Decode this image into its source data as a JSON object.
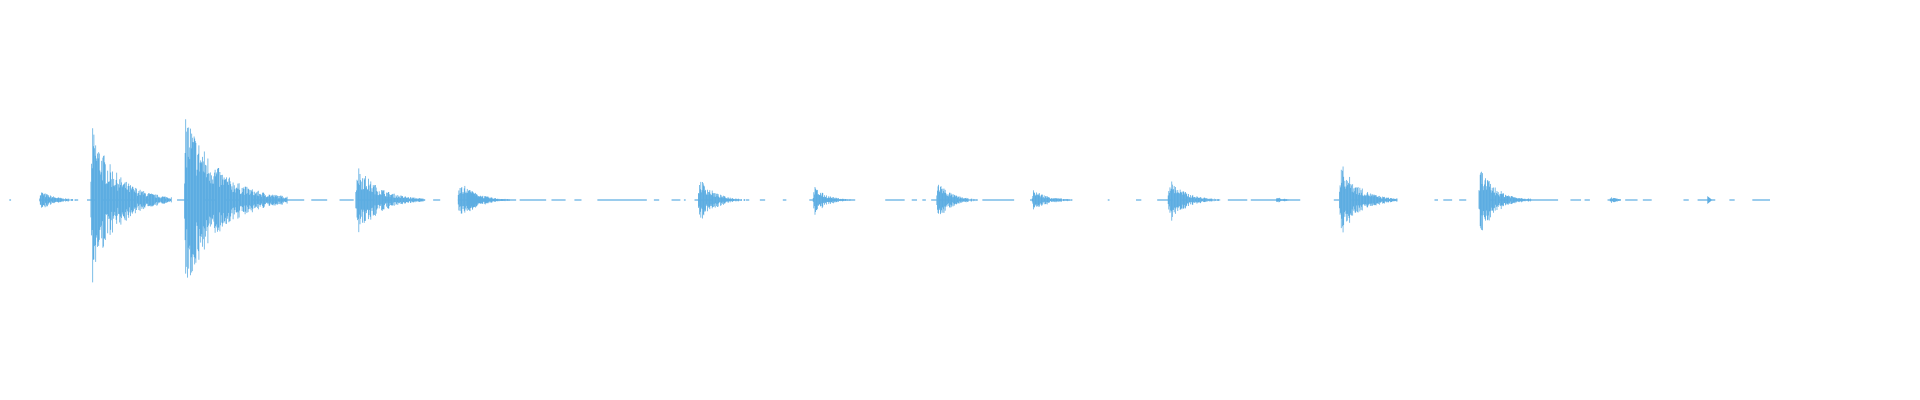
{
  "waveform": {
    "color": "#5dade2",
    "duration": 1,
    "baseline_segments": [
      [
        0.003,
        0.004
      ],
      [
        0.021,
        0.028
      ],
      [
        0.04,
        0.042
      ],
      [
        0.047,
        0.052
      ],
      [
        0.055,
        0.075
      ],
      [
        0.08,
        0.083
      ],
      [
        0.098,
        0.105
      ],
      [
        0.113,
        0.12
      ],
      [
        0.125,
        0.134
      ],
      [
        0.14,
        0.17
      ],
      [
        0.174,
        0.183
      ],
      [
        0.19,
        0.198
      ],
      [
        0.2,
        0.21
      ],
      [
        0.214,
        0.219
      ],
      [
        0.232,
        0.236
      ],
      [
        0.243,
        0.247
      ],
      [
        0.257,
        0.262
      ],
      [
        0.267,
        0.29
      ],
      [
        0.292,
        0.307
      ],
      [
        0.31,
        0.318
      ],
      [
        0.323,
        0.327
      ],
      [
        0.336,
        0.364
      ],
      [
        0.368,
        0.371
      ],
      [
        0.378,
        0.383
      ],
      [
        0.385,
        0.386
      ],
      [
        0.391,
        0.401
      ],
      [
        0.406,
        0.412
      ],
      [
        0.42,
        0.422
      ],
      [
        0.428,
        0.431
      ],
      [
        0.441,
        0.443
      ],
      [
        0.456,
        0.459
      ],
      [
        0.463,
        0.482
      ],
      [
        0.499,
        0.51
      ],
      [
        0.514,
        0.517
      ],
      [
        0.52,
        0.522
      ],
      [
        0.525,
        0.528
      ],
      [
        0.53,
        0.537
      ],
      [
        0.554,
        0.572
      ],
      [
        0.581,
        0.582
      ],
      [
        0.604,
        0.605
      ],
      [
        0.625,
        0.626
      ],
      [
        0.641,
        0.644
      ],
      [
        0.653,
        0.662
      ],
      [
        0.667,
        0.67
      ],
      [
        0.693,
        0.704
      ],
      [
        0.706,
        0.734
      ],
      [
        0.753,
        0.756
      ],
      [
        0.763,
        0.768
      ],
      [
        0.778,
        0.783
      ],
      [
        0.785,
        0.787
      ],
      [
        0.81,
        0.812
      ],
      [
        0.815,
        0.82
      ],
      [
        0.824,
        0.828
      ],
      [
        0.841,
        0.844
      ],
      [
        0.847,
        0.851
      ],
      [
        0.855,
        0.88
      ],
      [
        0.887,
        0.893
      ],
      [
        0.895,
        0.898
      ],
      [
        0.908,
        0.913
      ],
      [
        0.918,
        0.925
      ],
      [
        0.928,
        0.933
      ],
      [
        0.951,
        0.954
      ],
      [
        0.959,
        0.969
      ],
      [
        0.977,
        0.98
      ],
      [
        0.99,
        1.0
      ]
    ],
    "transients": [
      {
        "t": 0.021,
        "amp": 0.1,
        "decay": 0.008
      },
      {
        "t": 0.05,
        "amp": 0.8,
        "decay": 0.014
      },
      {
        "t": 0.103,
        "amp": 0.98,
        "decay": 0.018
      },
      {
        "t": 0.2,
        "amp": 0.4,
        "decay": 0.012
      },
      {
        "t": 0.258,
        "amp": 0.22,
        "decay": 0.009
      },
      {
        "t": 0.263,
        "amp": 0.14,
        "decay": 0.006
      },
      {
        "t": 0.394,
        "amp": 0.25,
        "decay": 0.008
      },
      {
        "t": 0.459,
        "amp": 0.15,
        "decay": 0.007
      },
      {
        "t": 0.529,
        "amp": 0.22,
        "decay": 0.007
      },
      {
        "t": 0.583,
        "amp": 0.12,
        "decay": 0.008
      },
      {
        "t": 0.66,
        "amp": 0.24,
        "decay": 0.009
      },
      {
        "t": 0.721,
        "amp": 0.03,
        "decay": 0.005
      },
      {
        "t": 0.757,
        "amp": 0.42,
        "decay": 0.01
      },
      {
        "t": 0.836,
        "amp": 0.36,
        "decay": 0.009
      },
      {
        "t": 0.91,
        "amp": 0.04,
        "decay": 0.004
      }
    ]
  }
}
